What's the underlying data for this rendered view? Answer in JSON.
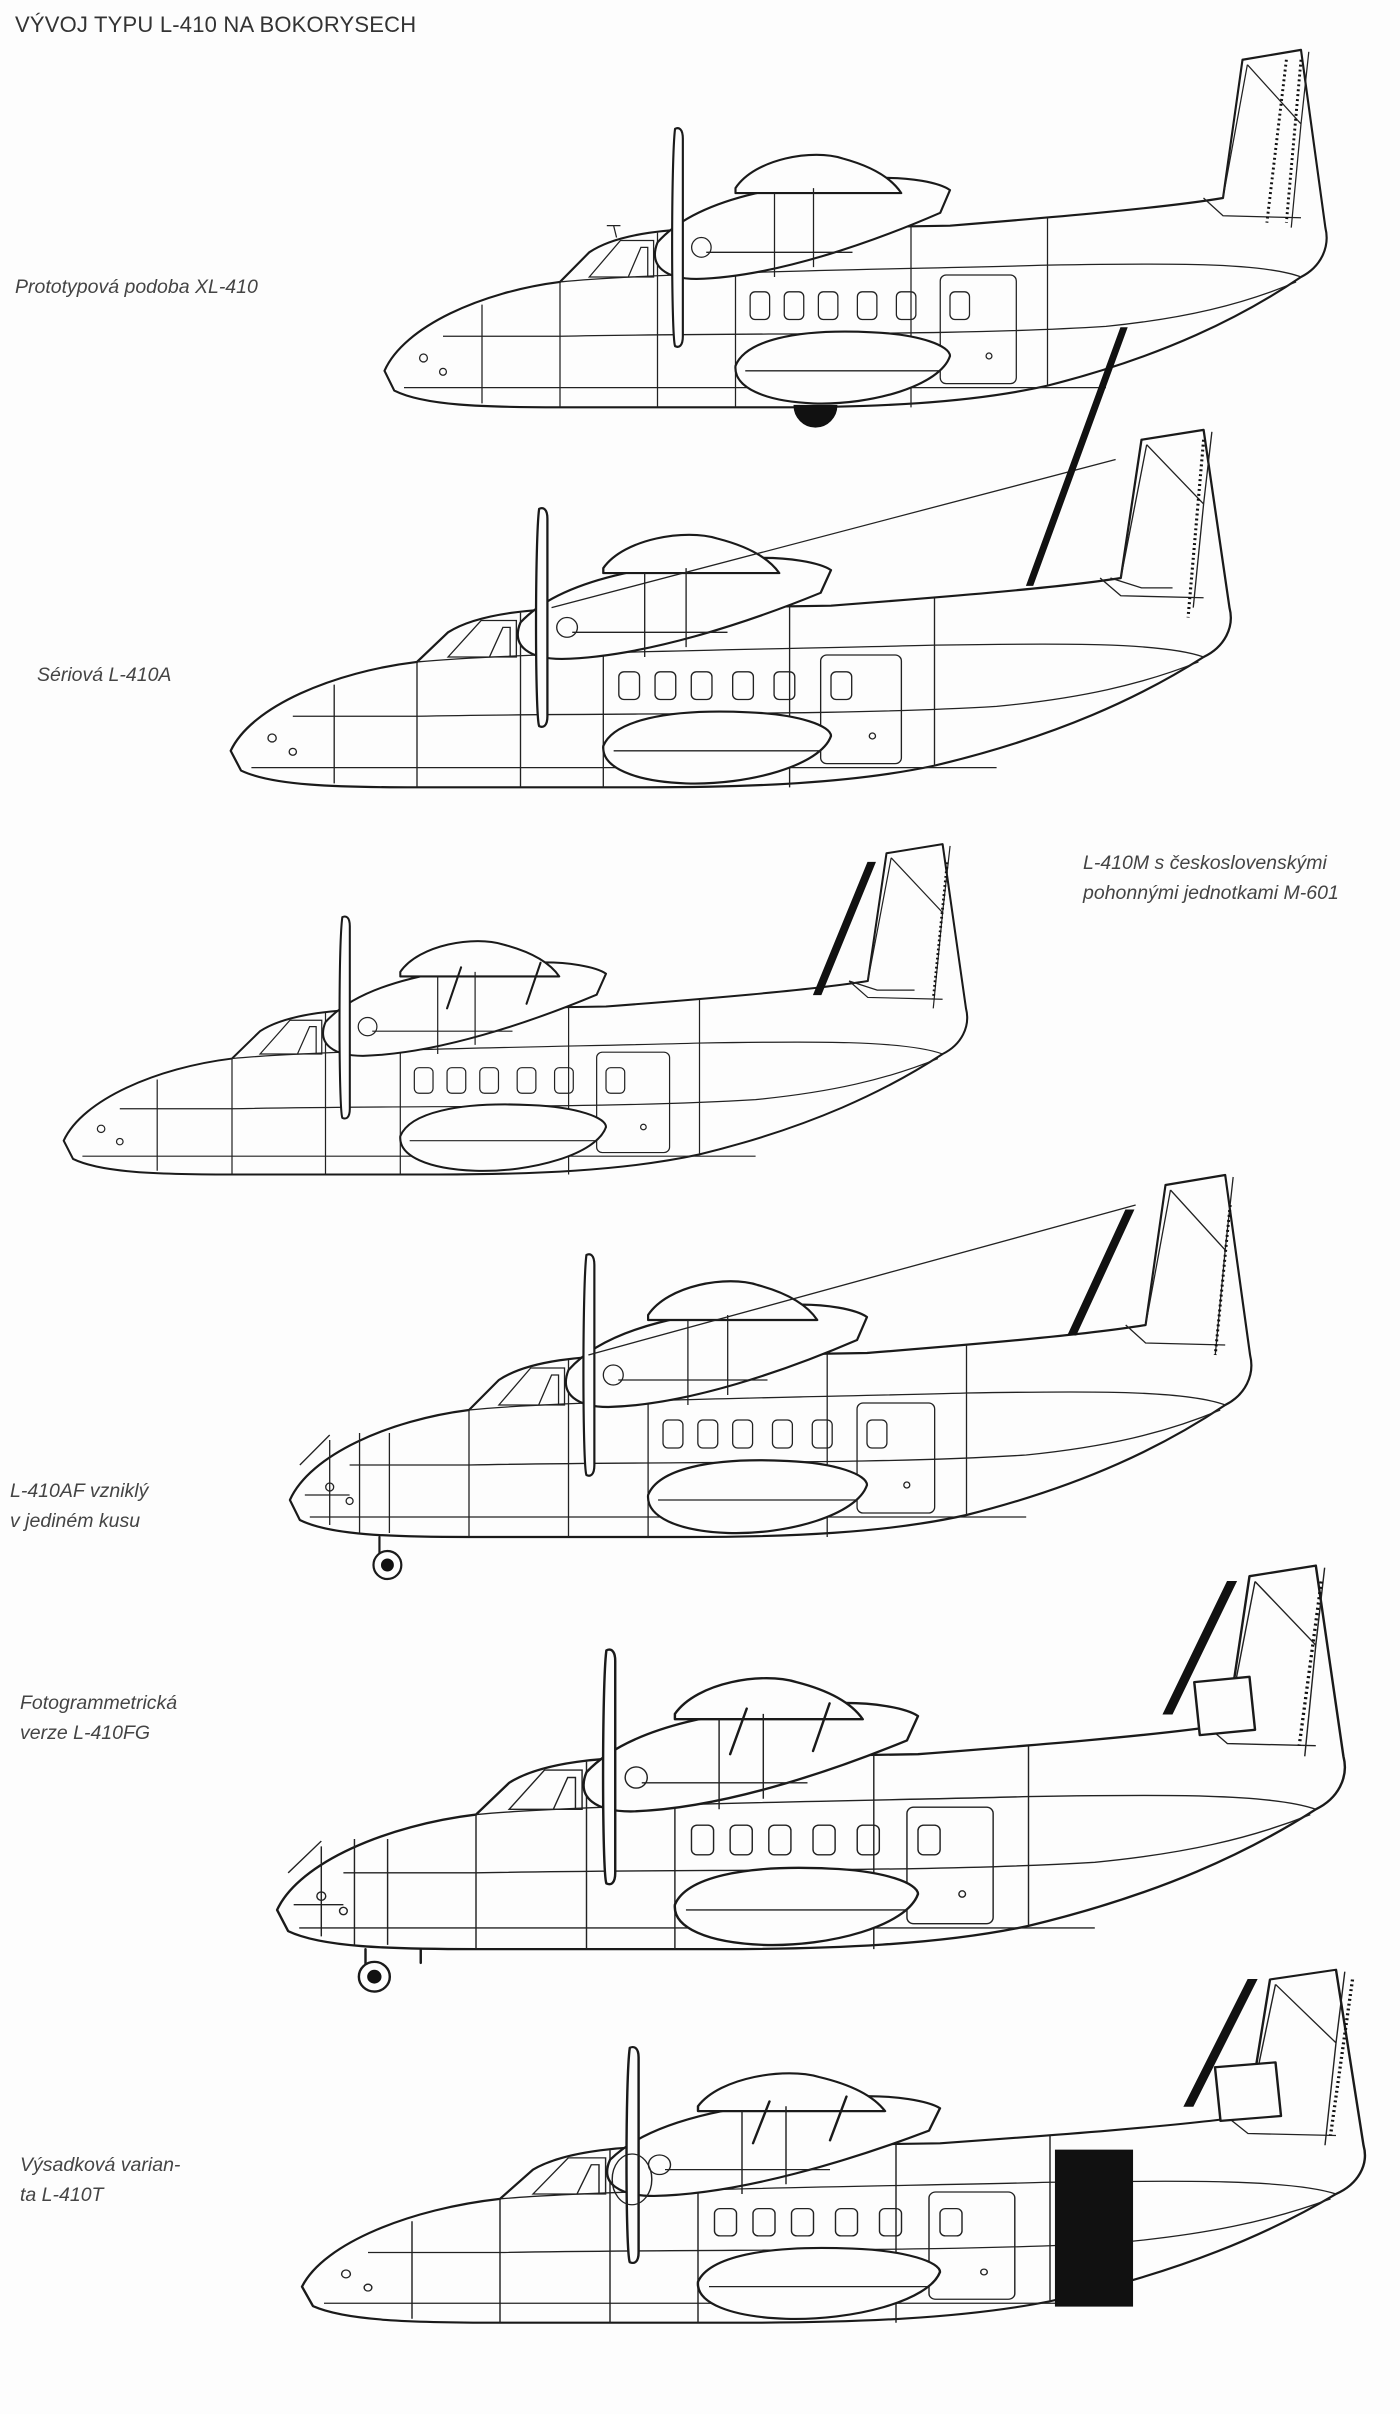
{
  "page": {
    "title": "VÝVOJ TYPU L-410 NA BOKORYSECH"
  },
  "variants": [
    {
      "id": "xl-410",
      "caption_lines": [
        "Prototypová podoba XL-410"
      ]
    },
    {
      "id": "l-410a",
      "caption_lines": [
        "Sériová L-410A"
      ]
    },
    {
      "id": "l-410m",
      "caption_lines": [
        "L-410M s československými",
        "pohonnými jednotkami M-601"
      ]
    },
    {
      "id": "l-410af",
      "caption_lines": [
        "L-410AF vzniklý",
        "v jediném kusu"
      ]
    },
    {
      "id": "l-410fg",
      "caption_lines": [
        "Fotogrammetrická",
        "verze L-410FG"
      ]
    },
    {
      "id": "l-410t",
      "caption_lines": [
        "Výsadková varian-",
        "ta L-410T"
      ]
    }
  ],
  "colors": {
    "background": "#fdfdfd",
    "line": "#1a1a1a",
    "text": "#3a3a3a"
  }
}
